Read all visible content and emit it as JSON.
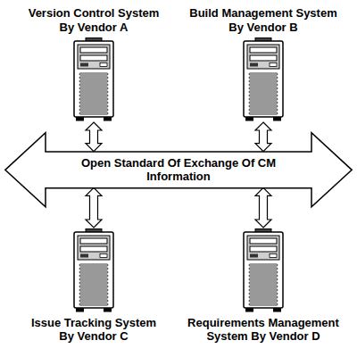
{
  "diagram": {
    "nodes": [
      {
        "text": [
          "Version Control System By Vendor A"
        ]
      },
      {
        "text": [
          "Build Management System By Vendor B"
        ]
      },
      {
        "text": [
          "Open Standard Of Exchange Of CM Information"
        ]
      },
      {
        "text": [
          "Issue Tracking System By Vendor C"
        ]
      },
      {
        "text": [
          "Requirements Management System By Vendor D"
        ]
      }
    ],
    "edges": [
      {
        "from": 0,
        "to": 2,
        "arrow": "both"
      },
      {
        "from": 1,
        "to": 2,
        "arrow": "both"
      },
      {
        "from": 3,
        "to": 2,
        "arrow": "both"
      },
      {
        "from": 4,
        "to": 2,
        "arrow": "both"
      }
    ]
  }
}
